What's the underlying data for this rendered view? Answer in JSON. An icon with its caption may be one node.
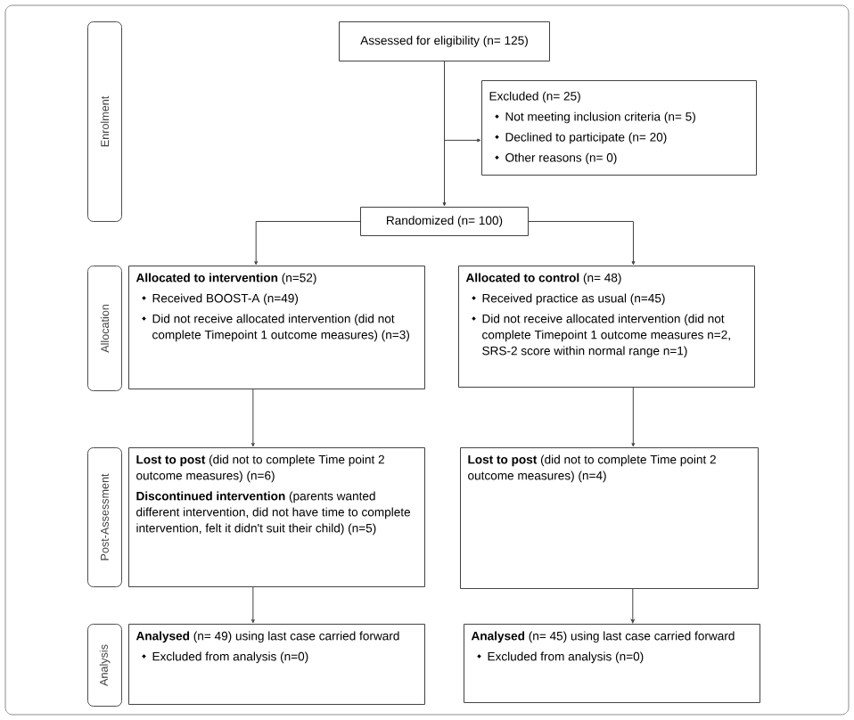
{
  "diagram": {
    "nodes": [
      {
        "text": [
          "Enrolment"
        ]
      },
      {
        "text": [
          "Assessed for eligibility (n= 125)"
        ]
      },
      {
        "text": [
          "Excluded (n= 25)",
          "Not meeting inclusion criteria (n= 5)",
          "Declined to participate (n= 20)",
          "Other reasons (n= 0)"
        ]
      },
      {
        "text": [
          "Randomized (n= 100)"
        ]
      },
      {
        "text": [
          "Allocation"
        ]
      },
      {
        "text": [
          "**Allocated to intervention** (n=52)",
          "Received BOOST-A (n=49)",
          "Did not receive allocated intervention (did not complete Timepoint 1 outcome measures) (n=3)"
        ]
      },
      {
        "text": [
          "**Allocated to control** (n= 48)",
          "Received practice as usual (n=45)",
          "Did not receive allocated intervention (did not complete Timepoint 1 outcome measures n=2, SRS-2 score within normal range n=1)"
        ]
      },
      {
        "text": [
          "Post-Assessment"
        ]
      },
      {
        "text": [
          "**Lost to post** (did not to complete Time point 2 outcome measures) (n=6)",
          "**Discontinued intervention** (parents wanted different intervention, did not have time to complete intervention, felt it didn't suit their child) (n=5)"
        ]
      },
      {
        "text": [
          "**Lost to post** (did not to complete Time point 2 outcome measures) (n=4)"
        ]
      },
      {
        "text": [
          "Analysis"
        ]
      },
      {
        "text": [
          "**Analysed** (n= 49) using last case carried forward",
          "Excluded from analysis (n=0)"
        ]
      },
      {
        "text": [
          "**Analysed** (n= 45) using last case carried forward",
          "Excluded from analysis (n=0)"
        ]
      }
    ],
    "edges": [
      {
        "from": 1,
        "to": 3,
        "arrow": "to"
      },
      {
        "from": 1,
        "to": 2,
        "arrow": "to"
      },
      {
        "from": 3,
        "to": 5,
        "arrow": "to"
      },
      {
        "from": 3,
        "to": 6,
        "arrow": "to"
      },
      {
        "from": 5,
        "to": 8,
        "arrow": "to"
      },
      {
        "from": 6,
        "to": 9,
        "arrow": "to"
      },
      {
        "from": 8,
        "to": 11,
        "arrow": "to"
      },
      {
        "from": 9,
        "to": 12,
        "arrow": "to"
      }
    ]
  }
}
